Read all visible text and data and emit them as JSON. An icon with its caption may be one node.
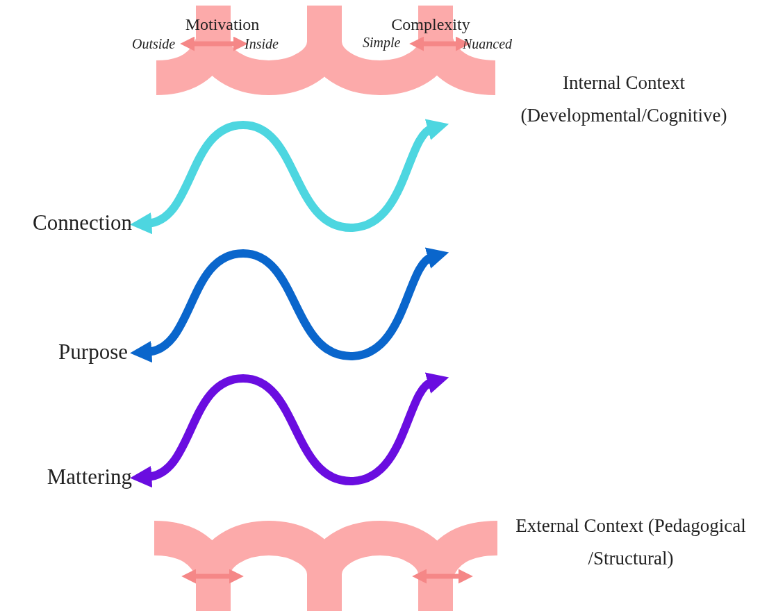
{
  "diagram": {
    "labels": [
      "Motivation",
      "Outside",
      "Inside",
      "Complexity",
      "Simple",
      "Nuanced",
      "Internal Context (Developmental/Cognitive)",
      "Connection",
      "Purpose",
      "Mattering",
      "External Context (Pedagogical /Structural)"
    ]
  }
}
